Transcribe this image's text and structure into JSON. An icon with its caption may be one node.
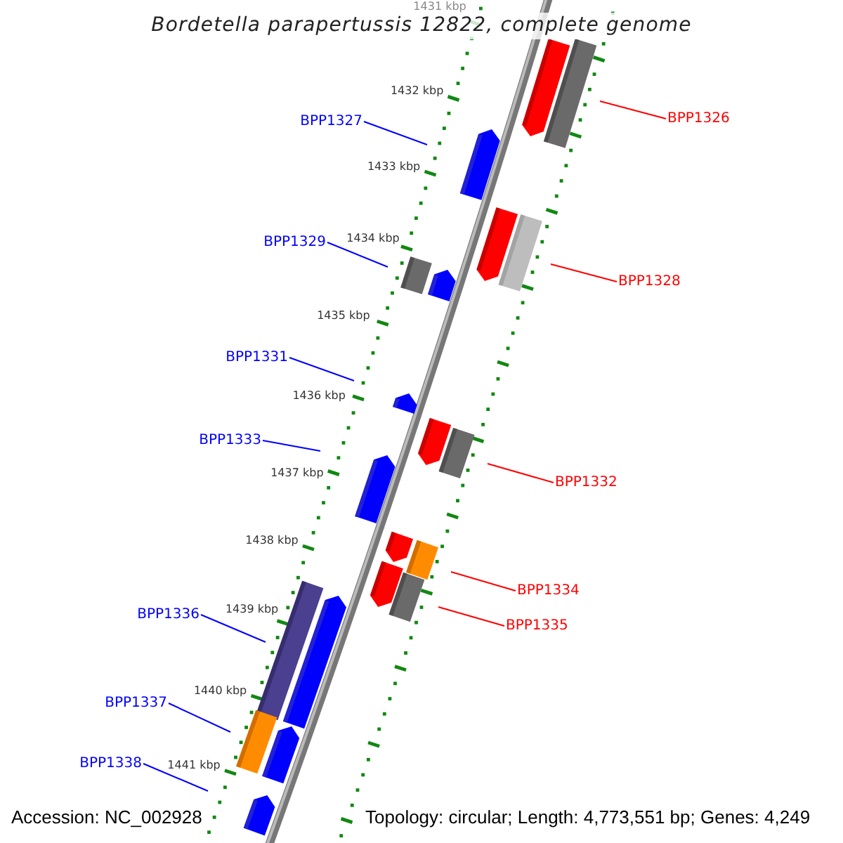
{
  "diagram": {
    "title": "Bordetella parapertussis 12822, complete genome",
    "nodes": [
      {
        "text": [
          "BPP1327"
        ]
      },
      {
        "text": [
          "BPP1326"
        ]
      },
      {
        "text": [
          "BPP1329"
        ]
      },
      {
        "text": [
          "BPP1328"
        ]
      },
      {
        "text": [
          "BPP1331"
        ]
      },
      {
        "text": [
          "BPP1333"
        ]
      },
      {
        "text": [
          "BPP1332"
        ]
      },
      {
        "text": [
          "BPP1334"
        ]
      },
      {
        "text": [
          "BPP1336"
        ]
      },
      {
        "text": [
          "BPP1335"
        ]
      },
      {
        "text": [
          "BPP1337"
        ]
      },
      {
        "text": [
          "BPP1338"
        ]
      }
    ],
    "edges": [
      {
        "from": 0,
        "to": null,
        "arrow": "none"
      },
      {
        "from": 1,
        "to": null,
        "arrow": "none",
        "color": "#ff0000"
      },
      {
        "from": 2,
        "to": null,
        "arrow": "none"
      },
      {
        "from": 3,
        "to": null,
        "arrow": "none",
        "color": "#ff0000"
      },
      {
        "from": 4,
        "to": null,
        "arrow": "none"
      },
      {
        "from": 5,
        "to": null,
        "arrow": "none"
      },
      {
        "from": 6,
        "to": null,
        "arrow": "none",
        "color": "#ff0000"
      },
      {
        "from": 7,
        "to": null,
        "arrow": "none",
        "color": "#ff0000"
      },
      {
        "from": 8,
        "to": null,
        "arrow": "none"
      },
      {
        "from": 9,
        "to": null,
        "arrow": "none",
        "color": "#ff0000"
      },
      {
        "from": 10,
        "to": null,
        "arrow": "none"
      },
      {
        "from": 11,
        "to": null,
        "arrow": "none"
      }
    ],
    "labels": [
      "1431 kbp",
      "1432 kbp",
      "1433 kbp",
      "1434 kbp",
      "1435 kbp",
      "1436 kbp",
      "1437 kbp",
      "1438 kbp",
      "1439 kbp",
      "1440 kbp",
      "1441 kbp",
      "Accession: NC_002928",
      "Topology: circular; Length: 4,773,551 bp; Genes: 4,249"
    ]
  }
}
